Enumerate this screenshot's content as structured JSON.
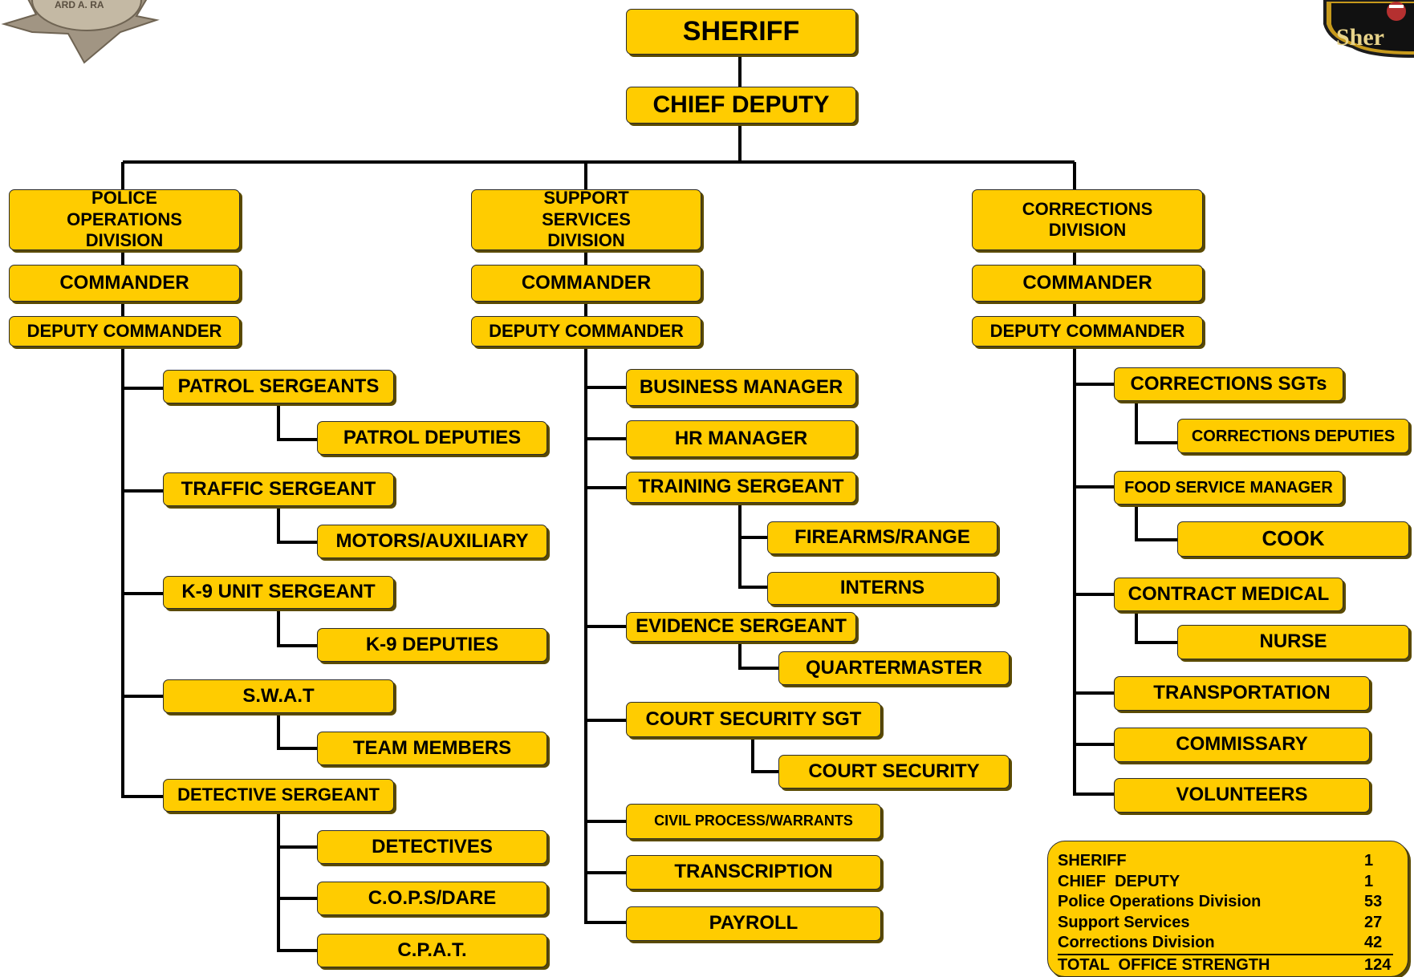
{
  "nodes": {
    "sheriff": "SHERIFF",
    "chief_deputy": "CHIEF DEPUTY",
    "police_division": "POLICE OPERATIONS DIVISION",
    "support_division": "SUPPORT SERVICES DIVISION",
    "corrections_division": "CORRECTIONS DIVISION",
    "commander": "COMMANDER",
    "deputy_commander": "DEPUTY COMMANDER",
    "patrol_sergeants": "PATROL SERGEANTS",
    "patrol_deputies": "PATROL DEPUTIES",
    "traffic_sergeant": "TRAFFIC SERGEANT",
    "motors_auxiliary": "MOTORS/AUXILIARY",
    "k9_unit_sergeant": "K-9 UNIT SERGEANT",
    "k9_deputies": "K-9 DEPUTIES",
    "swat": "S.W.A.T",
    "team_members": "TEAM MEMBERS",
    "detective_sergeant": "DETECTIVE SERGEANT",
    "detectives": "DETECTIVES",
    "cops_dare": "C.O.P.S/DARE",
    "cpat": "C.P.A.T.",
    "business_manager": "BUSINESS MANAGER",
    "hr_manager": "HR MANAGER",
    "training_sergeant": "TRAINING SERGEANT",
    "firearms_range": "FIREARMS/RANGE",
    "interns": "INTERNS",
    "evidence_sergeant": "EVIDENCE SERGEANT",
    "quartermaster": "QUARTERMASTER",
    "court_security_sgt": "COURT SECURITY SGT",
    "court_security": "COURT SECURITY",
    "civil_process": "CIVIL PROCESS/WARRANTS",
    "transcription": "TRANSCRIPTION",
    "payroll": "PAYROLL",
    "corrections_sgts": "CORRECTIONS SGTs",
    "corrections_deputies": "CORRECTIONS DEPUTIES",
    "food_service_manager": "FOOD SERVICE MANAGER",
    "cook": "COOK",
    "contract_medical": "CONTRACT MEDICAL",
    "nurse": "NURSE",
    "transportation": "TRANSPORTATION",
    "commissary": "COMMISSARY",
    "volunteers": "VOLUNTEERS"
  },
  "summary": [
    {
      "label": "SHERIFF",
      "value": "1"
    },
    {
      "label": "CHIEF  DEPUTY",
      "value": "1"
    },
    {
      "label": "Police Operations Division",
      "value": "53"
    },
    {
      "label": "Support Services",
      "value": "27"
    },
    {
      "label": "Corrections Division",
      "value": "42"
    },
    {
      "label": "TOTAL  OFFICE STRENGTH",
      "value": "124"
    }
  ],
  "badge_left": {
    "text": "ARD A. RA"
  },
  "badge_right": {
    "text": "Sher"
  },
  "colors": {
    "box_fill": "#ffcc00",
    "line": "#000000"
  }
}
